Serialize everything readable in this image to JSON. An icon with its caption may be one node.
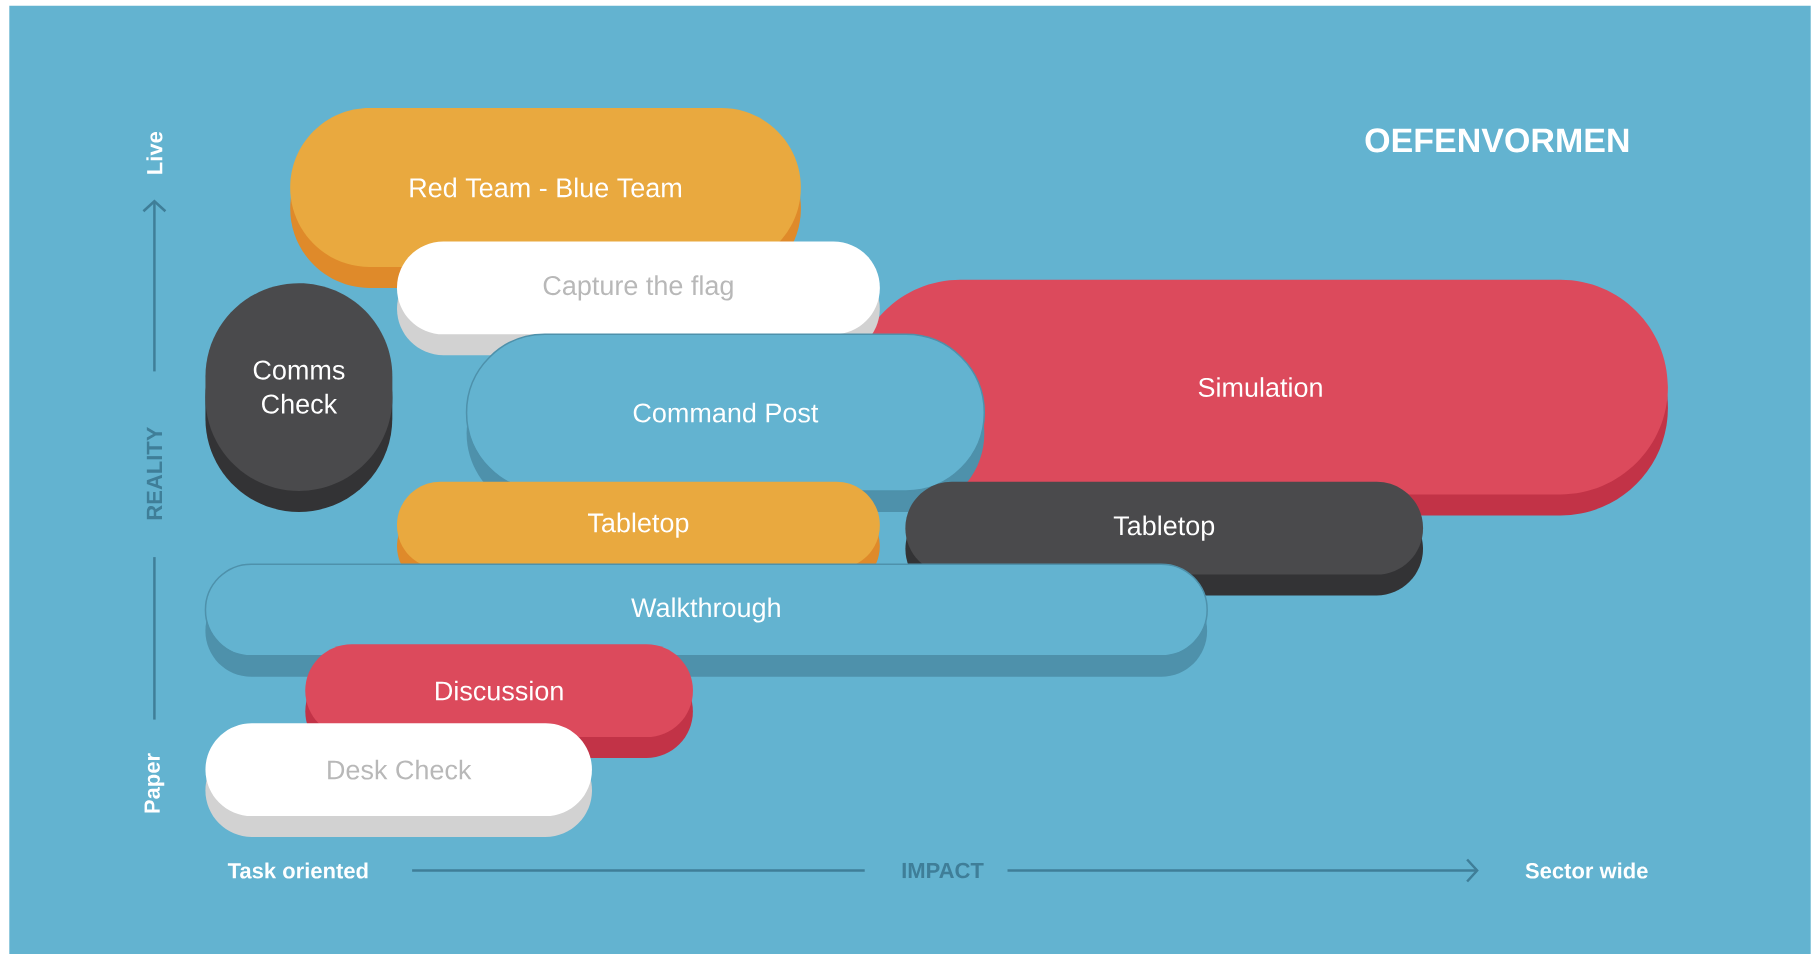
{
  "diagram": {
    "title": "OEFENVORMEN",
    "nodes": [
      {
        "text": [
          "Red Team - Blue Team"
        ]
      },
      {
        "text": [
          "Capture the flag"
        ]
      },
      {
        "text": [
          "Comms Check"
        ]
      },
      {
        "text": [
          "Command Post"
        ]
      },
      {
        "text": [
          "Simulation"
        ]
      },
      {
        "text": [
          "Tabletop"
        ]
      },
      {
        "text": [
          "Tabletop"
        ]
      },
      {
        "text": [
          "Walkthrough"
        ]
      },
      {
        "text": [
          "Discussion"
        ]
      },
      {
        "text": [
          "Desk Check"
        ]
      }
    ],
    "labels": [
      "Live",
      "REALITY",
      "Paper",
      "Task oriented",
      "IMPACT",
      "Sector wide"
    ]
  }
}
